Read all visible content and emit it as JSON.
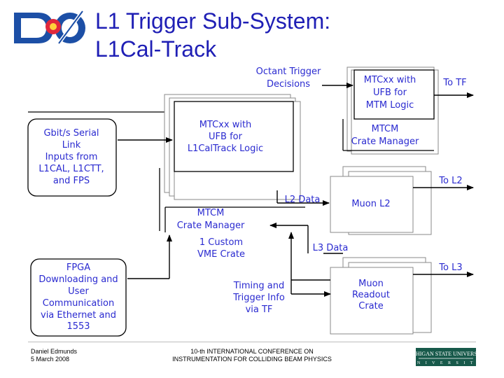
{
  "title": {
    "line1": "L1 Trigger Sub-System:",
    "line2": "L1Cal-Track"
  },
  "logo": {
    "text": "D0"
  },
  "diagram": {
    "octant_decisions": [
      "Octant Trigger",
      "Decisions"
    ],
    "mtc_ufb_mtm": [
      "MTCxx with",
      "UFB for",
      "MTM Logic"
    ],
    "to_tf": "To TF",
    "mtcm_top": [
      "MTCM",
      "Crate Manager"
    ],
    "gbit_inputs": [
      "Gbit/s Serial",
      "Link",
      "Inputs from",
      "L1CAL, L1CTT,",
      "and FPS"
    ],
    "mtc_ufb_cal": [
      "MTCxx with",
      "UFB for",
      "L1CalTrack Logic"
    ],
    "to_l2": "To L2",
    "l2_data": "L2 Data",
    "muon_l2": "Muon L2",
    "mtcm_main": [
      "MTCM",
      "Crate Manager"
    ],
    "vme_crate": [
      "1 Custom",
      "VME Crate"
    ],
    "l3_data": "L3 Data",
    "to_l3": "To L3",
    "fpga_box": [
      "FPGA",
      "Downloading and",
      "User",
      "Communication",
      "via Ethernet and",
      "1553"
    ],
    "timing": [
      "Timing and",
      "Trigger Info",
      "via TF"
    ],
    "muon_readout": [
      "Muon",
      "Readout",
      "Crate"
    ]
  },
  "footer": {
    "author": "Daniel Edmunds",
    "date": "5 March 2008",
    "conference_line1": "10-th INTERNATIONAL CONFERENCE ON",
    "conference_line2": "INSTRUMENTATION FOR COLLIDING BEAM PHYSICS",
    "university": "MICHIGAN STATE UNIVERSITY"
  },
  "colors": {
    "title": "#1f1fb5",
    "label": "#2a2ad0",
    "box_border": "#8a8a8a"
  }
}
